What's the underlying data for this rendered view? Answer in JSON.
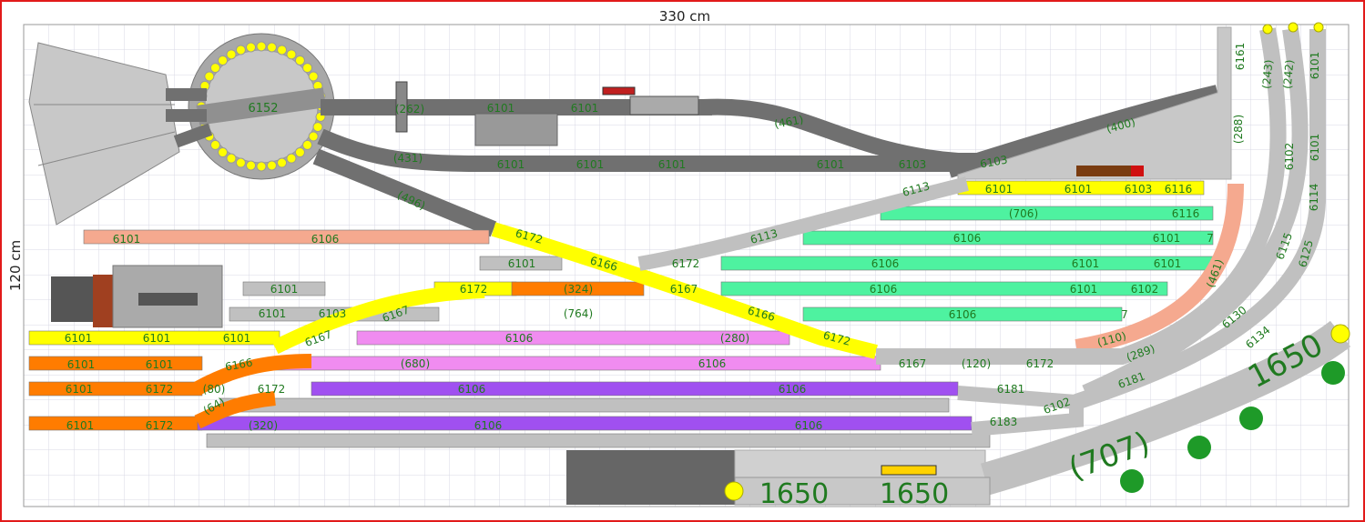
{
  "dimensions": {
    "width_label": "330 cm",
    "height_label": "120 cm"
  },
  "colors": {
    "frame": "#e21a1a",
    "grid": "#d9d9e6",
    "track_dark": "#707070",
    "track_light": "#c0c0c0",
    "yellow": "#ffff00",
    "salmon": "#f5a98f",
    "green": "#4ef2a0",
    "orange": "#ff7c00",
    "pink": "#f08cf0",
    "purple": "#a050f0",
    "label": "#207a20"
  },
  "turntable": {
    "label": "6152"
  },
  "large_labels": {
    "curve_right": "1650",
    "curve_bottom": "(707)",
    "station_left": "1650",
    "station_right": "1650"
  },
  "labels": [
    "6101",
    "(262)",
    "6101",
    "(461)",
    "(400)",
    "(431)",
    "6101",
    "6101",
    "6101",
    "6101",
    "6103",
    "6103",
    "6101",
    "6101",
    "6103",
    "6116",
    "(496)",
    "6113",
    "(706)",
    "6116",
    "6101",
    "6106",
    "6172",
    "6113",
    "6106",
    "6101",
    "7",
    "6101",
    "6166",
    "6172",
    "6106",
    "6101",
    "6101",
    "6101",
    "6172",
    "(324)",
    "6167",
    "6106",
    "6101",
    "6102",
    "6101",
    "6103",
    "(764)",
    "6167",
    "6166",
    "6106",
    "7",
    "6101",
    "6101",
    "6101",
    "6167",
    "6106",
    "(280)",
    "6172",
    "6101",
    "6101",
    "6166",
    "(680)",
    "6106",
    "6167",
    "(120)",
    "6172",
    "6101",
    "6172",
    "(80)",
    "6172",
    "6106",
    "6106",
    "6181",
    "(64)",
    "6101",
    "6172",
    "(320)",
    "6106",
    "6106",
    "6183",
    "6102",
    "(288)",
    "(243)",
    "(242)",
    "6101",
    "6101",
    "6102",
    "6114",
    "(461)",
    "(110)",
    "(289)",
    "6115",
    "6125",
    "6130",
    "6134",
    "6181",
    "6161"
  ]
}
